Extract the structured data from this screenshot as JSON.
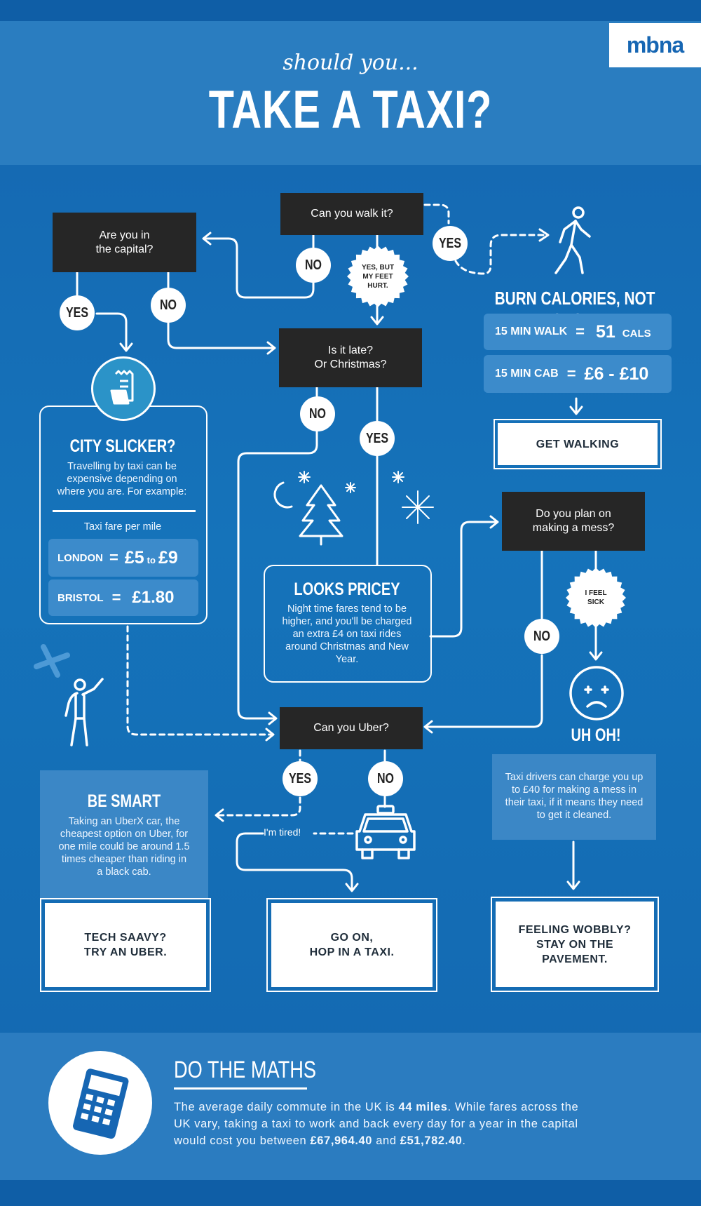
{
  "header": {
    "brand": "mbna",
    "subtitle": "should you...",
    "title": "TAKE A TAXI?"
  },
  "nodes": {
    "walk_q": "Can you walk it?",
    "capital_q": "Are you in\nthe capital?",
    "late_q": "Is it late?\nOr Christmas?",
    "mess_q": "Do you plan on\nmaking a mess?",
    "uber_q": "Can you Uber?"
  },
  "answers": {
    "yes": "YES",
    "no": "NO",
    "feet_hurt": "YES, BUT\nMY FEET\nHURT.",
    "feel_sick": "I FEEL\nSICK",
    "tired": "I'm tired!"
  },
  "burn": {
    "title": "BURN CALORIES, NOT CASH!",
    "walk_label": "15 MIN WALK",
    "walk_eq": "=",
    "walk_value": "51",
    "walk_unit": "CALS",
    "cab_label": "15 MIN CAB",
    "cab_eq": "=",
    "cab_value": "£6 - £10",
    "button": "GET WALKING"
  },
  "city": {
    "title": "CITY SLICKER?",
    "body": "Travelling by taxi can be expensive depending on where you are. For example:",
    "fare_label": "Taxi fare per mile",
    "london_label": "LONDON",
    "london_eq": "=",
    "london_low": "£5",
    "london_to": "to",
    "london_high": "£9",
    "bristol_label": "BRISTOL",
    "bristol_eq": "=",
    "bristol_value": "£1.80"
  },
  "pricey": {
    "title": "LOOKS PRICEY",
    "body": "Night time fares tend to be higher, and you'll be charged an extra £4 on taxi rides around Christmas and New Year."
  },
  "uhoh": {
    "title": "UH OH!",
    "body": "Taxi drivers can charge you up to £40 for making a mess in their taxi, if it means they need to get it cleaned."
  },
  "smart": {
    "title": "BE SMART",
    "body": "Taking an UberX car, the cheapest option on Uber, for one mile could be around 1.5 times cheaper than riding in a black cab."
  },
  "outcomes": {
    "uber": "TECH SAAVY?\nTRY AN UBER.",
    "taxi": "GO ON,\nHOP IN A TAXI.",
    "wobbly": "FEELING WOBBLY?\nSTAY ON THE\nPAVEMENT."
  },
  "maths": {
    "title": "DO THE MATHS",
    "p1": "The average daily commute in the UK is ",
    "miles": "44 miles",
    "p2": ". While fares across the UK vary, taking a taxi to work and back every day for a year in the capital would cost you between ",
    "cost_high": "£67,964.40",
    "p3": " and ",
    "cost_low": "£51,782.40",
    "p4": "."
  },
  "colors": {
    "background": "#1573ba",
    "header_band": "#2a7dc0",
    "dark_box": "#262626",
    "pill": "#3c8bcb",
    "brand": "#1666b3"
  }
}
